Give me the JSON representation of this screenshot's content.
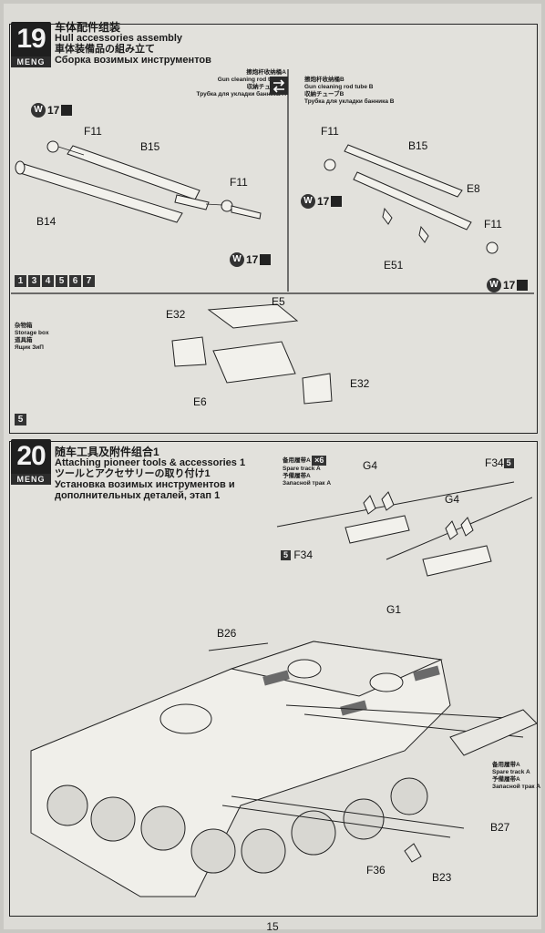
{
  "page_number": "15",
  "step19": {
    "number": "19",
    "brand": "MENG",
    "title_zh": "车体配件组装",
    "title_en": "Hull accessories assembly",
    "title_ja": "車体装備品の組み立て",
    "title_ru": "Сборка возимых инструментов",
    "tube_a": {
      "zh": "擦炮杆收纳桶A",
      "en": "Gun cleaning rod tube A",
      "ja": "収納チューブA",
      "ru": "Трубка для укладки банника A"
    },
    "tube_b": {
      "zh": "擦炮杆收纳桶B",
      "en": "Gun cleaning rod tube B",
      "ja": "収納チューブB",
      "ru": "Трубка для укладки банника B"
    },
    "parts": {
      "f11_a": "F11",
      "b15_a": "B15",
      "b14": "B14",
      "f11_b": "F11",
      "f11_c": "F11",
      "b15_b": "B15",
      "e8": "E8",
      "f11_d": "F11",
      "e51": "E51"
    },
    "paint": {
      "w_letter": "W",
      "w_num": "17"
    },
    "steps_applies": [
      "1",
      "3",
      "4",
      "5",
      "6",
      "7"
    ],
    "storage": {
      "zh": "杂物箱",
      "en": "Storage box",
      "ja": "道具箱",
      "ru": "Ящик ЗиП",
      "parts": {
        "e32_a": "E32",
        "e5": "E5",
        "e6": "E6",
        "e32_b": "E32"
      },
      "applies": "5"
    }
  },
  "step20": {
    "number": "20",
    "brand": "MENG",
    "title_zh": "随车工具及附件组合1",
    "title_en": "Attaching pioneer tools & accessories 1",
    "title_ja": "ツールとアクセサリーの取り付け1",
    "title_ru1": "Установка возимых инструментов и",
    "title_ru2": "дополнительных деталей, этап 1",
    "spare_track": {
      "zh": "备用履带A",
      "en": "Spare track A",
      "ja": "予備履帯A",
      "ru": "Запасной трак A",
      "count": "×6"
    },
    "parts": {
      "g4_a": "G4",
      "f34_a": "F34",
      "g4_b": "G4",
      "f34_b": "F34",
      "g1": "G1",
      "b26": "B26",
      "b27": "B27",
      "f36": "F36",
      "b23": "B23",
      "applies_a": "5",
      "applies_b": "5"
    }
  }
}
